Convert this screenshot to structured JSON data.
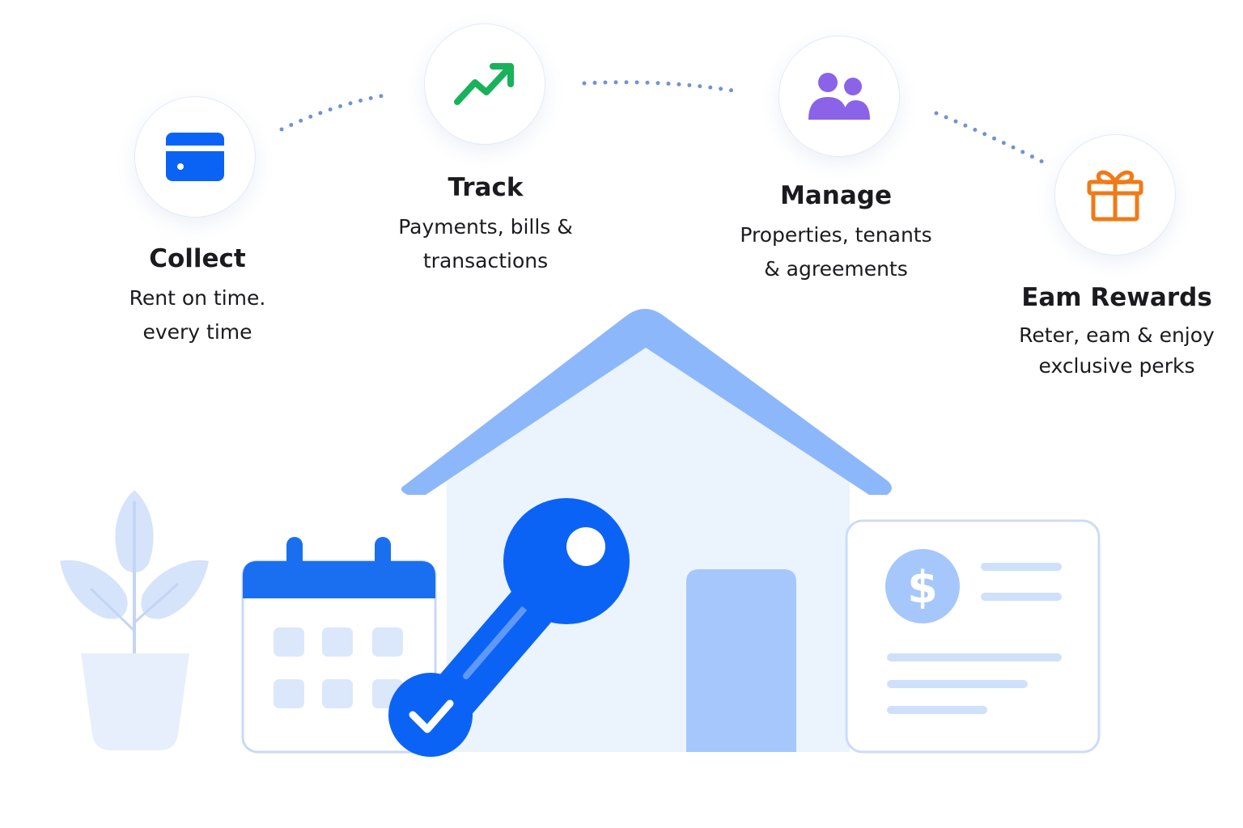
{
  "features": [
    {
      "icon": "credit-card-icon",
      "icon_color": "#0b63f6",
      "title": "Collect",
      "line1": "Rent on time.",
      "line2": "every time"
    },
    {
      "icon": "trend-up-icon",
      "icon_color": "#18b25a",
      "title": "Track",
      "line1": "Payments, bills &",
      "line2": "transactions"
    },
    {
      "icon": "users-icon",
      "icon_color": "#8a63e8",
      "title": "Manage",
      "line1": "Properties, tenants",
      "line2": "& agreements"
    },
    {
      "icon": "gift-icon",
      "icon_color": "#f07a17",
      "title": "Eam Rewards",
      "line1": "Reter, eam & enjoy",
      "line2": "exclusive perks"
    }
  ],
  "illustration": {
    "elements": [
      "plant-icon",
      "calendar-icon",
      "house-icon",
      "key-icon",
      "check-badge-icon",
      "invoice-card-icon",
      "dollar-icon"
    ],
    "primary_color": "#0b63f6",
    "accent_light": "#8db7fb",
    "surface_light": "#eaf2fd"
  }
}
